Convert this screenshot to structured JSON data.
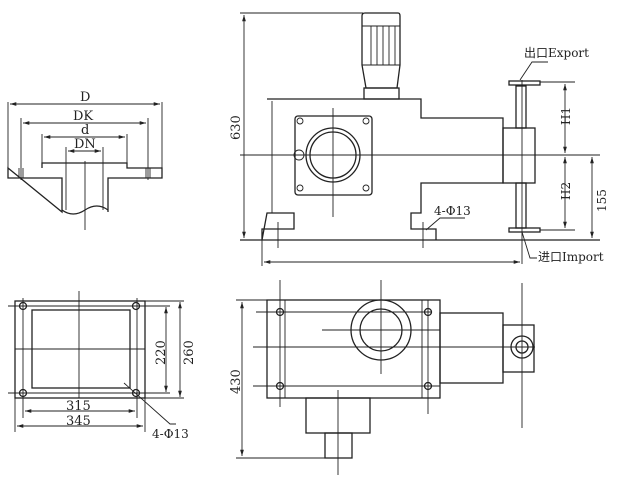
{
  "flange_view": {
    "labels": {
      "D": "D",
      "DK": "DK",
      "d": "d",
      "DN": "DN"
    }
  },
  "side_view": {
    "height_label": "630",
    "export_label": "出口Export",
    "import_label": "进口Import",
    "h1_label": "H1",
    "h2_label": "H2",
    "h155_label": "155",
    "bolt_holes_label": "4-Φ13"
  },
  "base_view": {
    "inner_height_label": "220",
    "outer_height_label": "260",
    "inner_width_label": "315",
    "outer_width_label": "345",
    "bolt_holes_label": "4-Φ13"
  },
  "plan_view": {
    "depth_label": "430"
  }
}
